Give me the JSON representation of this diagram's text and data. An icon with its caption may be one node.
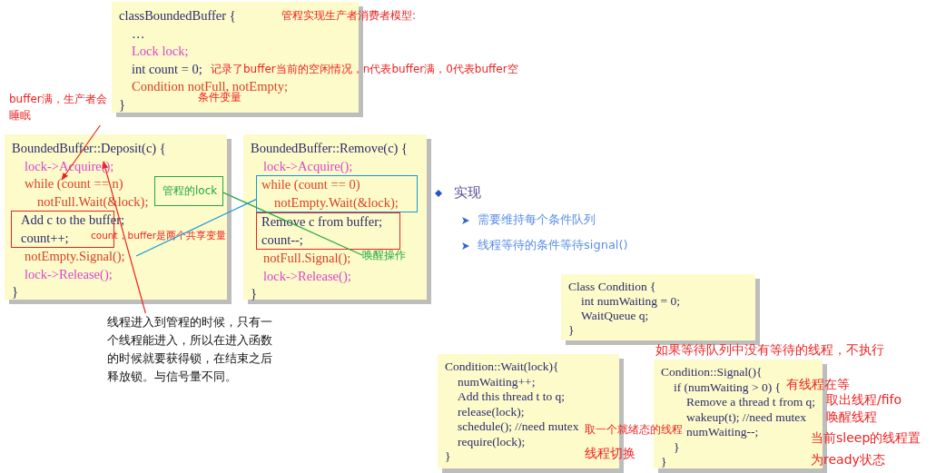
{
  "diagram": {
    "nodes": [
      {
        "text": [
          "classBoundedBuffer {",
          "…",
          "Lock lock;",
          "int count = 0;",
          "Condition notFull, notEmpty;",
          "}"
        ]
      },
      {
        "text": [
          "buffer满，生产者会睡眠"
        ]
      },
      {
        "text": [
          "BoundedBuffer::Deposit(c) {",
          "lock->Acquire();",
          "while (count == n)",
          "notFull.Wait(&lock);",
          "notEmpty.Signal();",
          "lock->Release();",
          "}"
        ]
      },
      {
        "text": [
          "Add c to the buffer;",
          "count++;"
        ],
        "in": 2
      },
      {
        "text": [
          "管程的lock"
        ],
        "in": 2
      },
      {
        "text": [
          "BoundedBuffer::Remove(c) {",
          "lock->Acquire();",
          "notFull.Signal();",
          "lock->Release();",
          "}"
        ]
      },
      {
        "text": [
          "while (count == 0)",
          "notEmpty.Wait(&lock);"
        ],
        "in": 5
      },
      {
        "text": [
          "Remove c from buffer;",
          "count--;"
        ],
        "in": 5
      },
      {
        "text": [
          "唤醒操作"
        ],
        "in": 5
      },
      {
        "text": [
          "线程进入到管程的时候，只有一个线程能进入，所以在进入函数的时候就要获得锁，在结束之后释放锁。与信号量不同。"
        ]
      },
      {
        "text": [
          "Class Condition {",
          "int numWaiting = 0;",
          "WaitQueue q;",
          "}"
        ]
      },
      {
        "text": [
          "Condition::Wait(lock){",
          "numWaiting++;",
          "Add this thread t  to q;",
          "release(lock);",
          "schedule(); //need mutex",
          "require(lock);",
          "}"
        ]
      },
      {
        "text": [
          "Condition::Signal(){",
          "if (numWaiting > 0) {",
          "Remove a thread t from q;",
          "wakeup(t); //need mutex",
          "numWaiting--;",
          "}",
          "}"
        ],
        "beside": [
          "取出线程/fifo",
          "唤醒线程",
          "当前sleep的线程置为ready状态"
        ]
      }
    ],
    "edges": [
      {
        "from": 1,
        "to": null,
        "arrow": "to"
      },
      {
        "from": 9,
        "to": null,
        "arrow": "to"
      },
      {
        "from": 4,
        "to": 8,
        "arrow": "none",
        "color": "#22aa44"
      },
      {
        "from": 6,
        "to": null,
        "arrow": "none",
        "color": "#1199dd"
      }
    ],
    "labels": [
      "管程实现生产者消费者模型:",
      "记录了buffer当前的空闲情况，n代表buffer满，0代表buffer空",
      "条件变量",
      "count，buffer是两个共享变量",
      "实现",
      "需要维持每个条件队列",
      "线程等待的条件等待signal()",
      "如果等待队列中没有等待的线程，不执行",
      "有线程在等",
      "取一个就绪态的线程",
      "线程切换"
    ]
  }
}
